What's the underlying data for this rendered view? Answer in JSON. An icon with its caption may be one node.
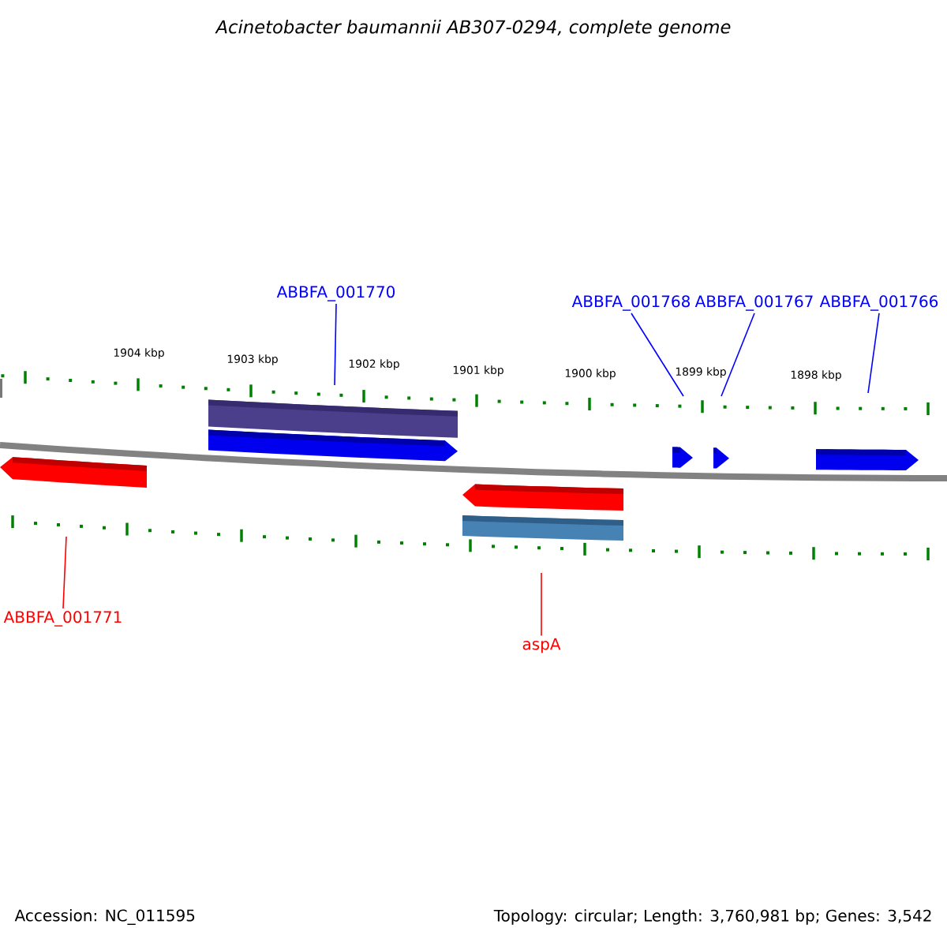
{
  "diagram": {
    "title": "Acinetobacter baumannii AB307-0294, complete genome",
    "nodes": [
      {
        "text": [
          "ABBFA_001770"
        ]
      },
      {
        "text": [
          "ABBFA_001768"
        ]
      },
      {
        "text": [
          "ABBFA_001767"
        ]
      },
      {
        "text": [
          "ABBFA_001766"
        ]
      },
      {
        "text": [
          "ABBFA_001771"
        ]
      },
      {
        "text": [
          "aspA"
        ]
      }
    ],
    "edges": [
      {
        "from": 0,
        "to": null,
        "arrow": "none"
      },
      {
        "from": 1,
        "to": null,
        "arrow": "none"
      },
      {
        "from": 2,
        "to": null,
        "arrow": "none"
      },
      {
        "from": 3,
        "to": null,
        "arrow": "none"
      },
      {
        "from": 4,
        "to": null,
        "arrow": "none",
        "color": "#ff0000"
      },
      {
        "from": 5,
        "to": null,
        "arrow": "none",
        "color": "#ff0000"
      }
    ],
    "labels": [
      "1904 kbp",
      "1903 kbp",
      "1902 kbp",
      "1901 kbp",
      "1900 kbp",
      "1899 kbp",
      "1898 kbp",
      "Accession: NC_011595",
      "Topology: circular; Length: 3,760,981 bp; Genes: 3,542"
    ]
  }
}
